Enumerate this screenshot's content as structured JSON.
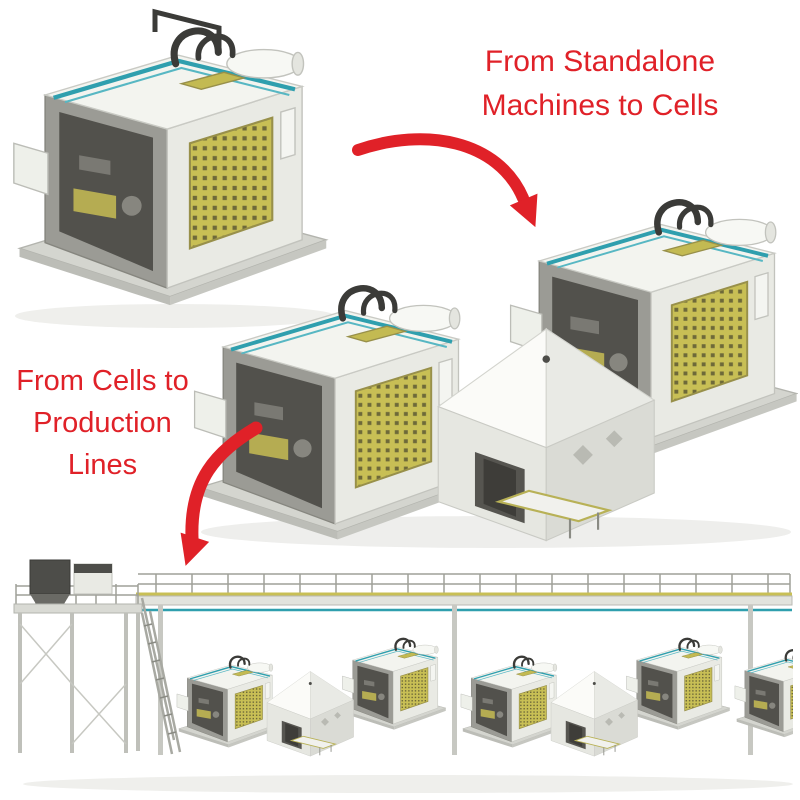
{
  "page": {
    "background": "#ffffff"
  },
  "captions": {
    "standalone_to_cells": {
      "line1": "From Standalone",
      "line2": "Machines to Cells"
    },
    "cells_to_lines": {
      "line1": "From Cells to",
      "line2": "Production",
      "line3": "Lines"
    }
  },
  "palette": {
    "caption_red": "#e02128",
    "arrow_red": "#e02128",
    "machine_white": "#e9eae4",
    "panel_khaki": "#c8bf55",
    "pipe_teal": "#2f9fae",
    "frame_dark": "#3b3b38"
  },
  "icons": {
    "arrow_standalone_to_cell": "curved-arrow-down-right-icon",
    "arrow_cell_to_line": "curved-arrow-down-left-icon"
  },
  "illustrations": {
    "standalone_machine": "Standalone molding machine",
    "machine_cell": "Machine cell: two molding machines with central enclosure",
    "production_line": "Production line: elevated walkway with multiple machine cells"
  }
}
